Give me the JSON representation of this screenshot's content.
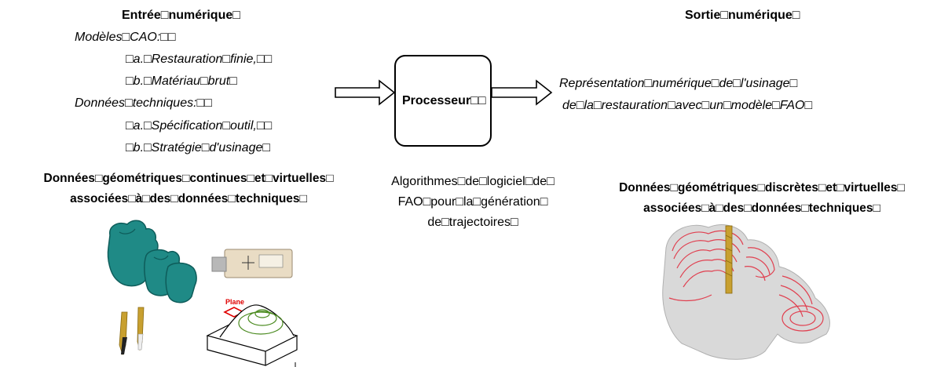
{
  "input": {
    "title": "Entrée□numérique□",
    "cad_models": "Modèles□CAO:□□",
    "item_a1": "□a.□Restauration□finie,□□",
    "item_b1": "□b.□Matériau□brut□",
    "tech_data": "Données□techniques:□□",
    "item_a2": "□a.□Spécification□outil,□□",
    "item_b2": "□b.□Stratégie□d'usinage□",
    "caption_line1": "Données□géométriques□continues□et□virtuelles□",
    "caption_line2": "associées□à□des□données□techniques□"
  },
  "processor": {
    "label": "Processeur□□",
    "caption_line1": "Algorithmes□de□logiciel□de□",
    "caption_line2": "FAO□pour□la□génération□",
    "caption_line3": "de□trajectoires□"
  },
  "output": {
    "title": "Sortie□numérique□",
    "desc_line1": "Représentation□numérique□de□l'usinage□",
    "desc_line2": "de□la□restauration□avec□un□modèle□FAO□",
    "caption_line1": "Données□géométriques□discrètes□et□virtuelles□",
    "caption_line2": "associées□à□des□données□techniques□"
  },
  "illustration": {
    "plane_label": "Plane"
  },
  "colors": {
    "tooth": "#1f8a86",
    "tooth_dark": "#0e5c5a",
    "plane": "#e00000",
    "toolpath_green": "#4a8a1f",
    "toolpath_red": "#e04050",
    "tool_gold": "#c8a030"
  },
  "icons": [
    "arrow-right-icon",
    "tooth-crown-icon",
    "blank-block-icon",
    "milling-tool-icon",
    "toolpath-surface-icon",
    "machined-crown-icon"
  ]
}
